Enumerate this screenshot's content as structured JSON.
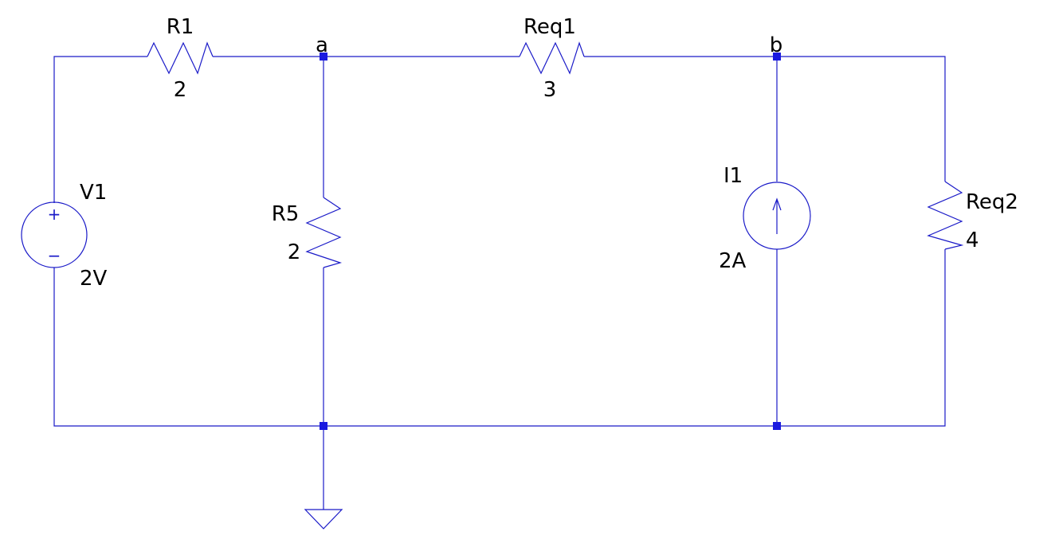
{
  "colors": {
    "wire": "#1a1ac8",
    "junction": "#1a1ae0",
    "text": "#000000",
    "background": "#ffffff"
  },
  "nodes": {
    "a": "a",
    "b": "b"
  },
  "components": {
    "r1": {
      "name": "R1",
      "value": "2"
    },
    "r5": {
      "name": "R5",
      "value": "2"
    },
    "req1": {
      "name": "Req1",
      "value": "3"
    },
    "req2": {
      "name": "Req2",
      "value": "4"
    },
    "v1": {
      "name": "V1",
      "value": "2V",
      "plus": "+",
      "minus": "−"
    },
    "i1": {
      "name": "I1",
      "value": "2A"
    }
  }
}
